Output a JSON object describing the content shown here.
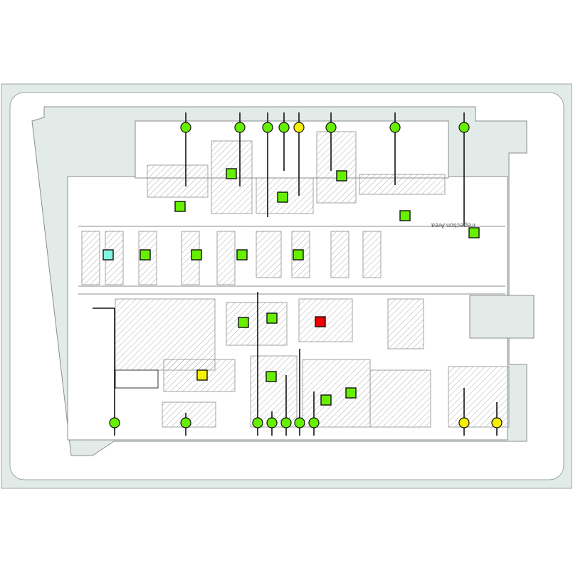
{
  "plan": {
    "area_label": "Inspection Area",
    "frame_fill": "#e3ebe8",
    "wall_color": "#8a8f8d"
  },
  "status_colors": {
    "ok": "#66f000",
    "warning": "#f5f000",
    "alarm": "#f00000",
    "info": "#7ff5e0"
  },
  "top_sensors": [
    "ok",
    "ok",
    "ok",
    "ok",
    "warning",
    "ok",
    "ok",
    "ok"
  ],
  "bottom_sensors": [
    "ok",
    "ok",
    "ok",
    "ok",
    "ok",
    "ok",
    "ok",
    "warning",
    "warning"
  ],
  "zones": [
    "ok",
    "ok",
    "ok",
    "ok",
    "ok",
    "ok",
    "info",
    "ok",
    "ok",
    "ok",
    "ok",
    "ok",
    "ok",
    "alarm",
    "warning",
    "ok",
    "ok",
    "ok"
  ]
}
